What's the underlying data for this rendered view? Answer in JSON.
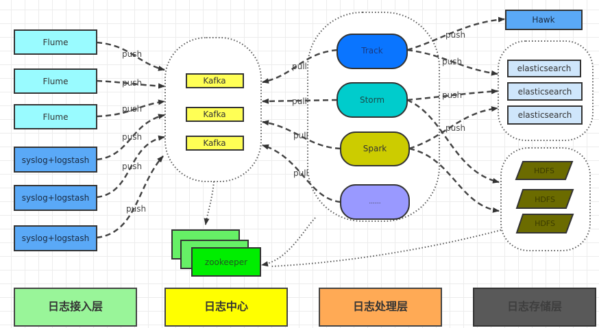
{
  "colors": {
    "flume": "#99fbff",
    "syslog": "#5aa9f7",
    "kafka": "#ffff55",
    "track": "#0a75ff",
    "storm": "#00cccc",
    "spark": "#cccc00",
    "more": "#9999ff",
    "hawk": "#5aa9f7",
    "elasticsearch": "#cfe6fb",
    "hdfs": "#6b6b00",
    "zookeeper": "#00ee00",
    "zookeeper_back": "#66f066",
    "layer_access": "#99f599",
    "layer_center": "#ffff00",
    "layer_process": "#ffaa55",
    "layer_storage": "#595959"
  },
  "sources": {
    "flume": [
      "Flume",
      "Flume",
      "Flume"
    ],
    "syslog": [
      "syslog+logstash",
      "syslog+logstash",
      "syslog+logstash"
    ]
  },
  "kafka": [
    "Kafka",
    "Kafka",
    "Kafka"
  ],
  "processors": [
    "Track",
    "Storm",
    "Spark",
    "......"
  ],
  "hawk": "Hawk",
  "elasticsearch": [
    "elasticsearch",
    "elasticsearch",
    "elasticsearch"
  ],
  "hdfs": [
    "HDFS",
    "HDFS",
    "HDFS"
  ],
  "zookeeper": "zookeeper",
  "edge_labels": {
    "push": "push",
    "pull": "pull"
  },
  "layers": [
    {
      "label": "日志接入层"
    },
    {
      "label": "日志中心"
    },
    {
      "label": "日志处理层"
    },
    {
      "label": "日志存储层"
    }
  ]
}
